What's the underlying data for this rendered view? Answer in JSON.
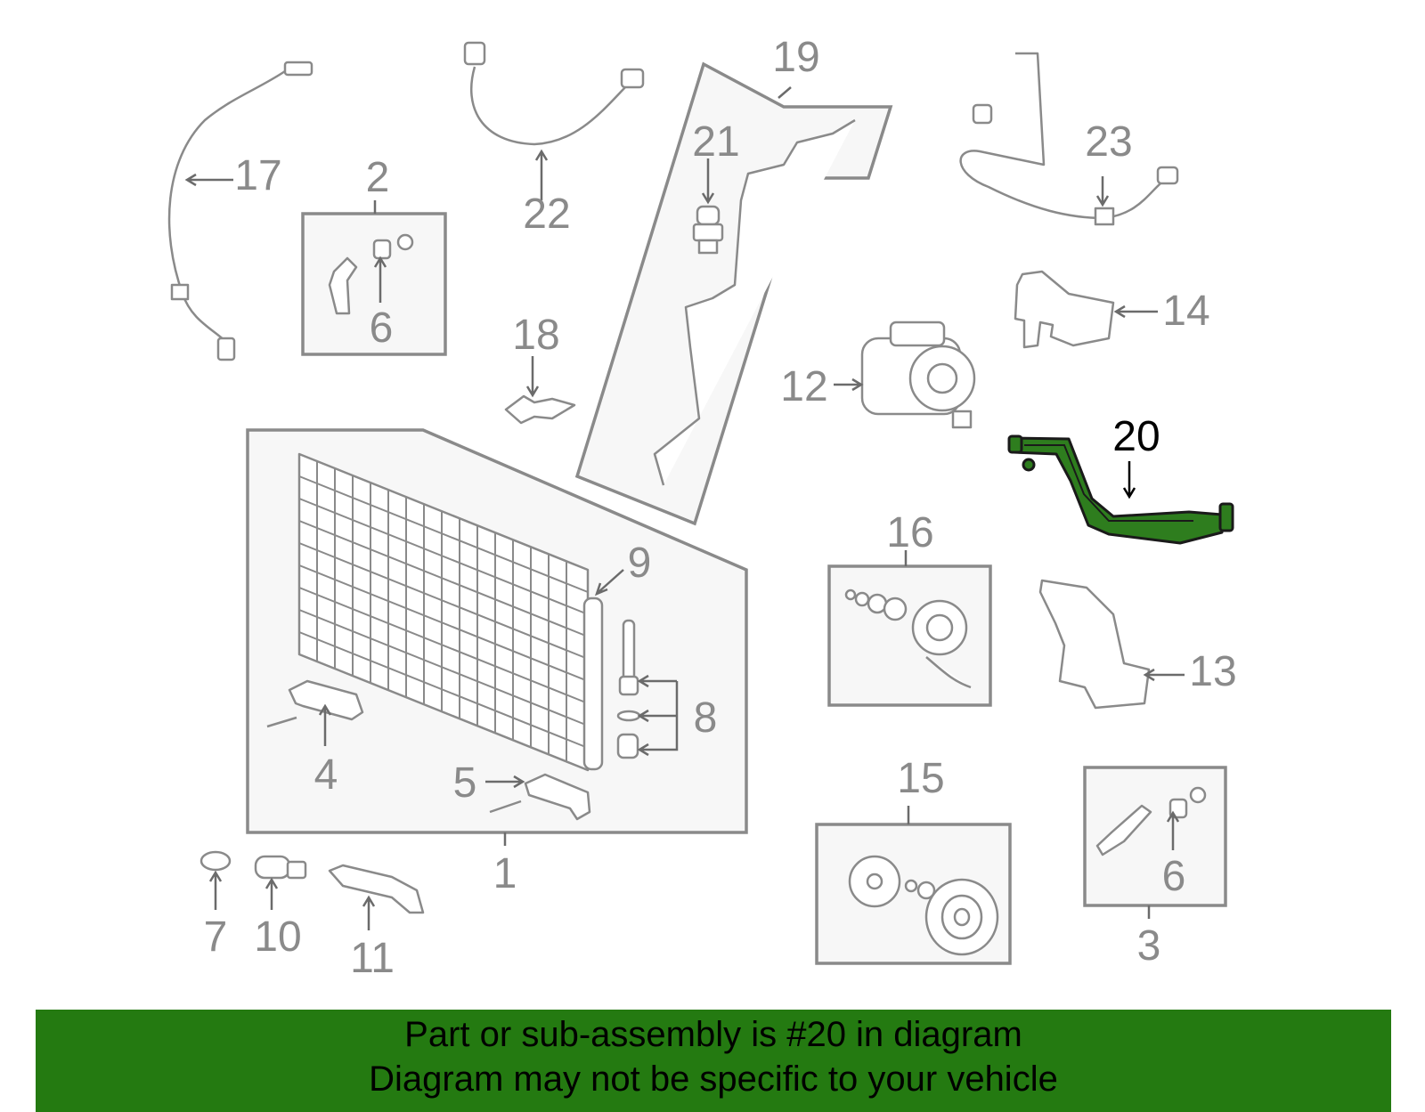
{
  "diagram": {
    "labels": {
      "p1": "1",
      "p2": "2",
      "p3": "3",
      "p4": "4",
      "p5": "5",
      "p6a": "6",
      "p6b": "6",
      "p7": "7",
      "p8": "8",
      "p9": "9",
      "p10": "10",
      "p11": "11",
      "p12": "12",
      "p13": "13",
      "p14": "14",
      "p15": "15",
      "p16": "16",
      "p17": "17",
      "p18": "18",
      "p19": "19",
      "p20": "20",
      "p21": "21",
      "p22": "22",
      "p23": "23"
    },
    "highlight_color": "#2e7d1e",
    "line_color": "#8a8a8a"
  },
  "banner": {
    "line1": "Part or sub-assembly is #20 in diagram",
    "line2": "Diagram may not be specific to your vehicle",
    "background": "#247a11"
  }
}
